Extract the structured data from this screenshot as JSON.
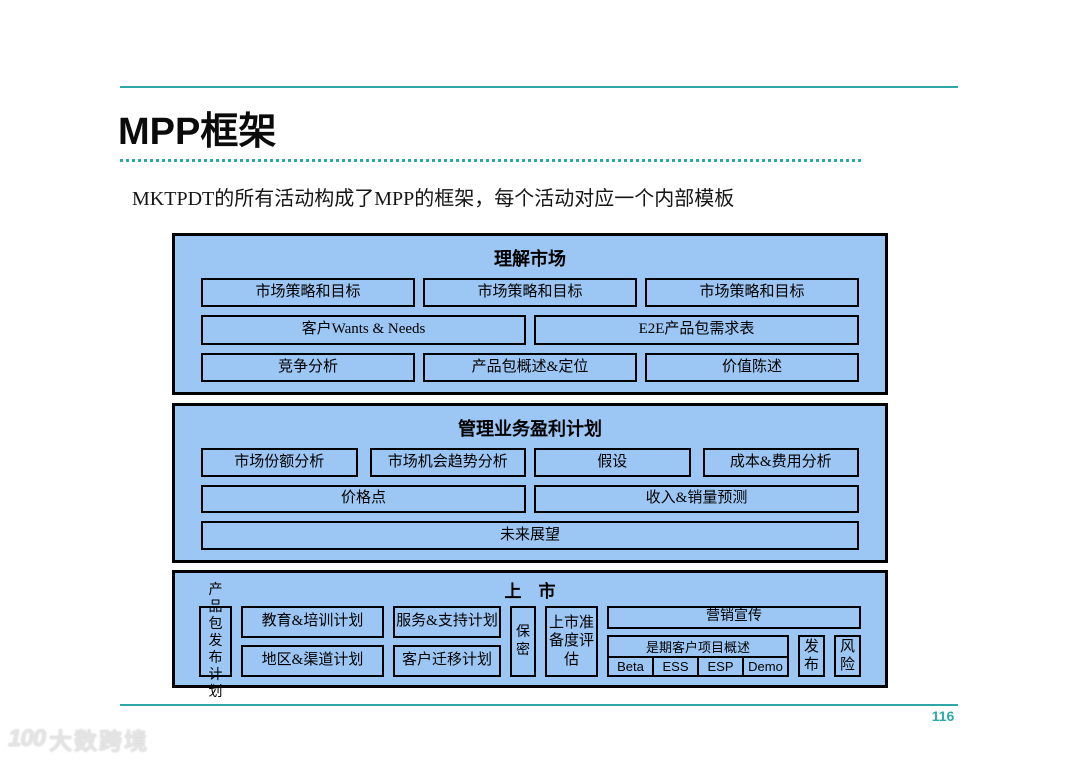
{
  "page": {
    "title": "MPP框架",
    "subtitle": "MKTPDT的所有活动构成了MPP的框架，每个活动对应一个内部模板",
    "page_number": "116",
    "watermark": {
      "icon": "100",
      "text": "大数跨境"
    },
    "colors": {
      "accent_teal": "#2ea7a7",
      "box_fill": "#9cc6f3",
      "border": "#000000"
    }
  },
  "diagram": {
    "understand_market": {
      "title": "理解市场",
      "row1": [
        "市场策略和目标",
        "市场策略和目标",
        "市场策略和目标"
      ],
      "row2": [
        "客户Wants & Needs",
        "E2E产品包需求表"
      ],
      "row3": [
        "竞争分析",
        "产品包概述&定位",
        "价值陈述"
      ]
    },
    "manage_profit_plan": {
      "title": "管理业务盈利计划",
      "row1": [
        "市场份额分析",
        "市场机会趋势分析",
        "假设",
        "成本&费用分析"
      ],
      "row2": [
        "价格点",
        "收入&销量预测"
      ],
      "row3": [
        "未来展望"
      ]
    },
    "launch": {
      "title": "上　市",
      "product_release_plan": "产品包发布计划",
      "col2": [
        "教育&培训计划",
        "地区&渠道计划"
      ],
      "col3": [
        "服务&支持计划",
        "客户迁移计划"
      ],
      "confidential": "保密",
      "readiness": "上市准备度评估",
      "marketing": "营销宣传",
      "early_customer_program": "是期客户项目概述",
      "programs": [
        "Beta",
        "ESS",
        "ESP",
        "Demo"
      ],
      "release": "发布",
      "risk": "风险"
    }
  }
}
